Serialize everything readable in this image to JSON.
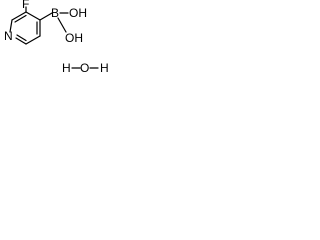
{
  "labels": {
    "fluorine": "F",
    "nitrogen": "N",
    "boron": "B",
    "hydroxyl_1": "OH",
    "hydroxyl_2": "OH",
    "water_hydrogen_left": "H",
    "water_oxygen": "O",
    "water_hydrogen_right": "H"
  },
  "colors": {
    "bond": "#000000",
    "text": "#000000",
    "background": "#ffffff"
  }
}
